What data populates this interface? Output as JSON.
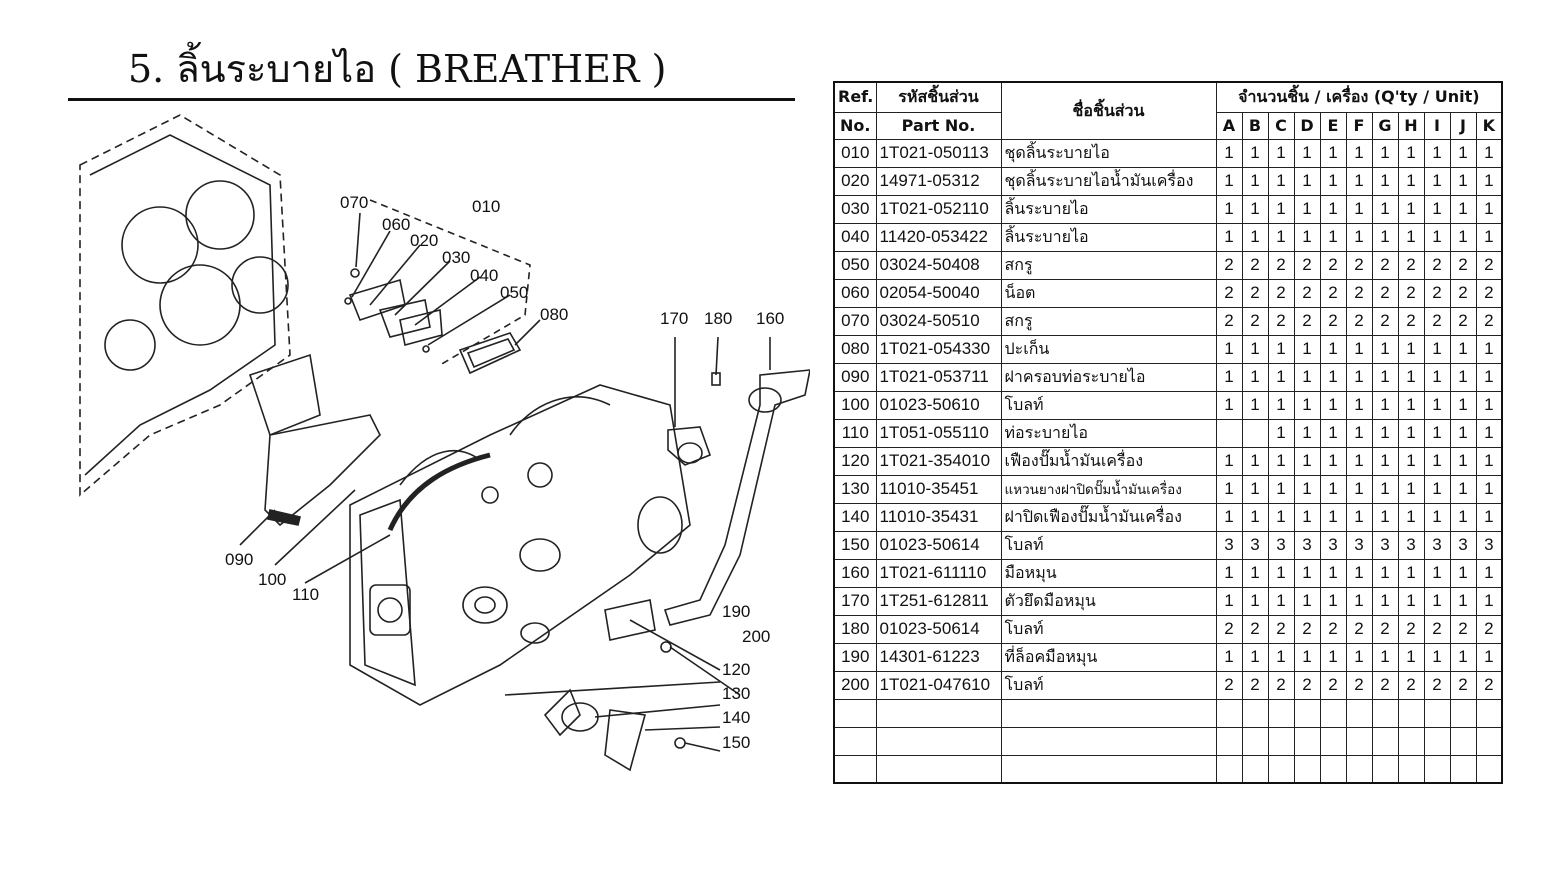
{
  "page": {
    "title": "5. ลิ้นระบายไอ ( BREATHER )"
  },
  "diagram": {
    "callouts": [
      "010",
      "020",
      "030",
      "040",
      "050",
      "060",
      "070",
      "080",
      "090",
      "100",
      "110",
      "120",
      "130",
      "140",
      "150",
      "160",
      "170",
      "180",
      "190",
      "200"
    ]
  },
  "table": {
    "headers": {
      "ref_line1": "Ref.",
      "ref_line2": "No.",
      "part_line1": "รหัสชิ้นส่วน",
      "part_line2": "Part No.",
      "name": "ชื่อชิ้นส่วน",
      "qty": "จำนวนชิ้น / เครื่อง (Q'ty / Unit)",
      "columns": [
        "A",
        "B",
        "C",
        "D",
        "E",
        "F",
        "G",
        "H",
        "I",
        "J",
        "K"
      ]
    },
    "rows": [
      {
        "ref": "010",
        "part": "1T021-050113",
        "name": "ชุดลิ้นระบายไอ",
        "q": [
          "1",
          "1",
          "1",
          "1",
          "1",
          "1",
          "1",
          "1",
          "1",
          "1",
          "1"
        ]
      },
      {
        "ref": "020",
        "part": "14971-05312",
        "name": "ชุดลิ้นระบายไอน้ำมันเครื่อง",
        "q": [
          "1",
          "1",
          "1",
          "1",
          "1",
          "1",
          "1",
          "1",
          "1",
          "1",
          "1"
        ]
      },
      {
        "ref": "030",
        "part": "1T021-052110",
        "name": "ลิ้นระบายไอ",
        "q": [
          "1",
          "1",
          "1",
          "1",
          "1",
          "1",
          "1",
          "1",
          "1",
          "1",
          "1"
        ]
      },
      {
        "ref": "040",
        "part": "11420-053422",
        "name": "ลิ้นระบายไอ",
        "q": [
          "1",
          "1",
          "1",
          "1",
          "1",
          "1",
          "1",
          "1",
          "1",
          "1",
          "1"
        ]
      },
      {
        "ref": "050",
        "part": "03024-50408",
        "name": "สกรู",
        "q": [
          "2",
          "2",
          "2",
          "2",
          "2",
          "2",
          "2",
          "2",
          "2",
          "2",
          "2"
        ]
      },
      {
        "ref": "060",
        "part": "02054-50040",
        "name": "น็อต",
        "q": [
          "2",
          "2",
          "2",
          "2",
          "2",
          "2",
          "2",
          "2",
          "2",
          "2",
          "2"
        ]
      },
      {
        "ref": "070",
        "part": "03024-50510",
        "name": "สกรู",
        "q": [
          "2",
          "2",
          "2",
          "2",
          "2",
          "2",
          "2",
          "2",
          "2",
          "2",
          "2"
        ]
      },
      {
        "ref": "080",
        "part": "1T021-054330",
        "name": "ปะเก็น",
        "q": [
          "1",
          "1",
          "1",
          "1",
          "1",
          "1",
          "1",
          "1",
          "1",
          "1",
          "1"
        ]
      },
      {
        "ref": "090",
        "part": "1T021-053711",
        "name": "ฝาครอบท่อระบายไอ",
        "q": [
          "1",
          "1",
          "1",
          "1",
          "1",
          "1",
          "1",
          "1",
          "1",
          "1",
          "1"
        ]
      },
      {
        "ref": "100",
        "part": "01023-50610",
        "name": "โบลท์",
        "q": [
          "1",
          "1",
          "1",
          "1",
          "1",
          "1",
          "1",
          "1",
          "1",
          "1",
          "1"
        ]
      },
      {
        "ref": "110",
        "part": "1T051-055110",
        "name": "ท่อระบายไอ",
        "q": [
          "",
          "",
          "1",
          "1",
          "1",
          "1",
          "1",
          "1",
          "1",
          "1",
          "1"
        ]
      },
      {
        "ref": "120",
        "part": "1T021-354010",
        "name": "เฟืองปั๊มน้ำมันเครื่อง",
        "q": [
          "1",
          "1",
          "1",
          "1",
          "1",
          "1",
          "1",
          "1",
          "1",
          "1",
          "1"
        ]
      },
      {
        "ref": "130",
        "part": "11010-35451",
        "name": "แหวนยางฝาปิดปั๊มน้ำมันเครื่อง",
        "small": true,
        "q": [
          "1",
          "1",
          "1",
          "1",
          "1",
          "1",
          "1",
          "1",
          "1",
          "1",
          "1"
        ]
      },
      {
        "ref": "140",
        "part": "11010-35431",
        "name": "ฝาปิดเฟืองปั๊มน้ำมันเครื่อง",
        "q": [
          "1",
          "1",
          "1",
          "1",
          "1",
          "1",
          "1",
          "1",
          "1",
          "1",
          "1"
        ]
      },
      {
        "ref": "150",
        "part": "01023-50614",
        "name": "โบลท์",
        "q": [
          "3",
          "3",
          "3",
          "3",
          "3",
          "3",
          "3",
          "3",
          "3",
          "3",
          "3"
        ]
      },
      {
        "ref": "160",
        "part": "1T021-611110",
        "name": "มือหมุน",
        "q": [
          "1",
          "1",
          "1",
          "1",
          "1",
          "1",
          "1",
          "1",
          "1",
          "1",
          "1"
        ]
      },
      {
        "ref": "170",
        "part": "1T251-612811",
        "name": "ตัวยึดมือหมุน",
        "q": [
          "1",
          "1",
          "1",
          "1",
          "1",
          "1",
          "1",
          "1",
          "1",
          "1",
          "1"
        ]
      },
      {
        "ref": "180",
        "part": "01023-50614",
        "name": "โบลท์",
        "q": [
          "2",
          "2",
          "2",
          "2",
          "2",
          "2",
          "2",
          "2",
          "2",
          "2",
          "2"
        ]
      },
      {
        "ref": "190",
        "part": "14301-61223",
        "name": "ที่ล็อคมือหมุน",
        "q": [
          "1",
          "1",
          "1",
          "1",
          "1",
          "1",
          "1",
          "1",
          "1",
          "1",
          "1"
        ]
      },
      {
        "ref": "200",
        "part": "1T021-047610",
        "name": "โบลท์",
        "q": [
          "2",
          "2",
          "2",
          "2",
          "2",
          "2",
          "2",
          "2",
          "2",
          "2",
          "2"
        ]
      }
    ],
    "empty_rows": 3
  }
}
